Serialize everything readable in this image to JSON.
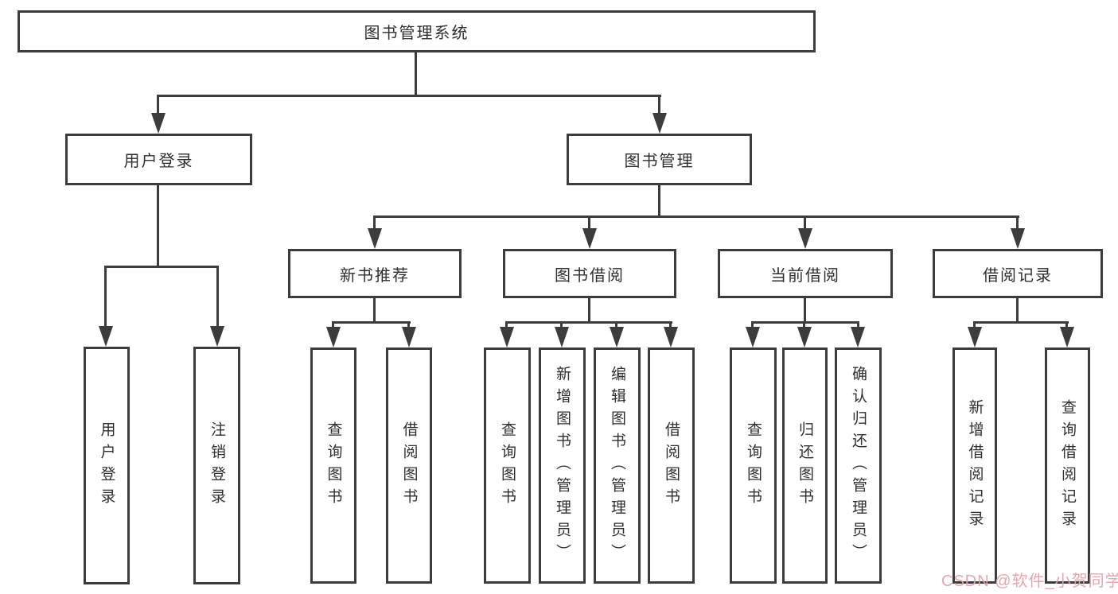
{
  "diagram": {
    "root": {
      "label": "图书管理系统"
    },
    "level2": [
      {
        "label": "用户登录"
      },
      {
        "label": "图书管理"
      }
    ],
    "level3": [
      {
        "label": "新书推荐"
      },
      {
        "label": "图书借阅"
      },
      {
        "label": "当前借阅"
      },
      {
        "label": "借阅记录"
      }
    ],
    "leaves": {
      "user_login": [
        "用户登录",
        "注销登录"
      ],
      "new_book_recommend": [
        "查询图书",
        "借阅图书"
      ],
      "book_borrow": [
        "查询图书",
        "新增图书（管理员）",
        "编辑图书（管理员）",
        "借阅图书"
      ],
      "current_borrow": [
        "查询图书",
        "归还图书",
        "确认归还（管理员）"
      ],
      "borrow_records": [
        "新增借阅记录",
        "查询借阅记录"
      ]
    },
    "watermark": "CSDN @软件_小贺同学",
    "colors": {
      "line": "#3c3c3c",
      "text": "#2f2f2f",
      "watermark": "#e6a0a8",
      "background": "#ffffff"
    }
  }
}
